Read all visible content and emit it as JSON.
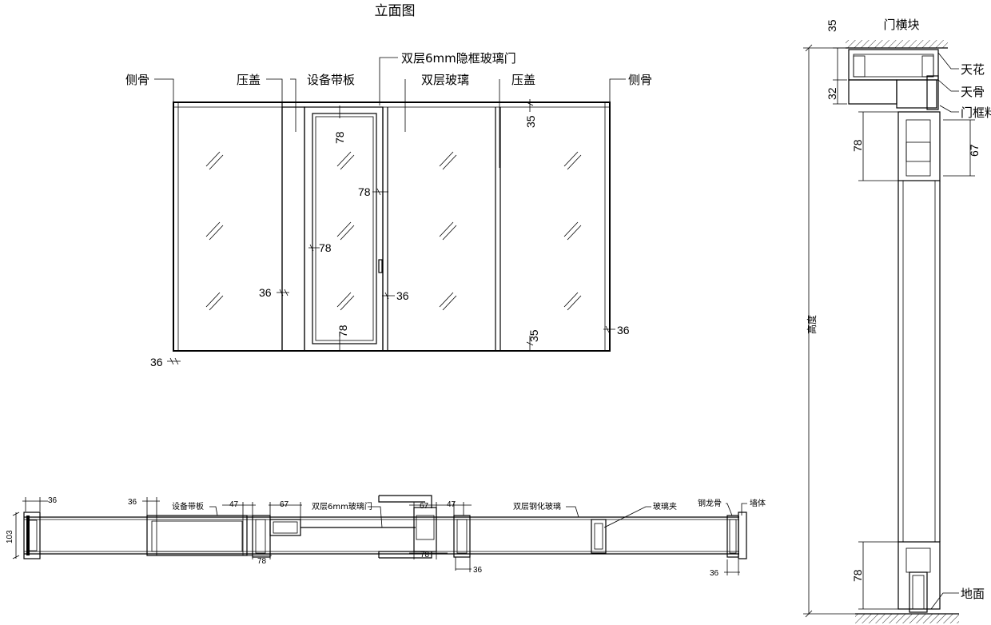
{
  "elevation": {
    "title": "立面图",
    "labels": {
      "side_left": "侧骨",
      "cover_left": "压盖",
      "equip_board": "设备带板",
      "door": "双层6mm隐框玻璃门",
      "double_glass": "双层玻璃",
      "cover_right": "压盖",
      "side_right": "侧骨"
    },
    "dims": {
      "d36_bottom_left": "36",
      "d36_left_equip": "36",
      "d78_top": "78",
      "d78_right": "78",
      "d78_left": "78",
      "d78_bottom": "78",
      "d36_door_right": "36",
      "d35_top": "35",
      "d35_bottom": "35",
      "d36_right": "36"
    }
  },
  "plan": {
    "labels": {
      "equip_board": "设备带板",
      "door": "双层6mm玻璃门",
      "tempered_glass": "双层钢化玻璃",
      "glass_clip": "玻璃夹",
      "steel_keel": "钢龙骨",
      "wall": "墙体"
    },
    "dims": {
      "d36_a": "36",
      "d36_b": "36",
      "d47_a": "47",
      "d67_a": "67",
      "d67_b": "67",
      "d47_b": "47",
      "d103": "103",
      "d78_a": "78",
      "d78_b": "78",
      "d36_c": "36",
      "d36_d": "36"
    }
  },
  "section": {
    "title": "门横块",
    "labels": {
      "ceiling": "天花",
      "ceiling_keel": "天骨",
      "door_frame": "门框料",
      "height": "高度",
      "floor": "地面"
    },
    "dims": {
      "d35": "35",
      "d32": "32",
      "d78_top": "78",
      "d67": "67",
      "d78_bottom": "78"
    }
  }
}
